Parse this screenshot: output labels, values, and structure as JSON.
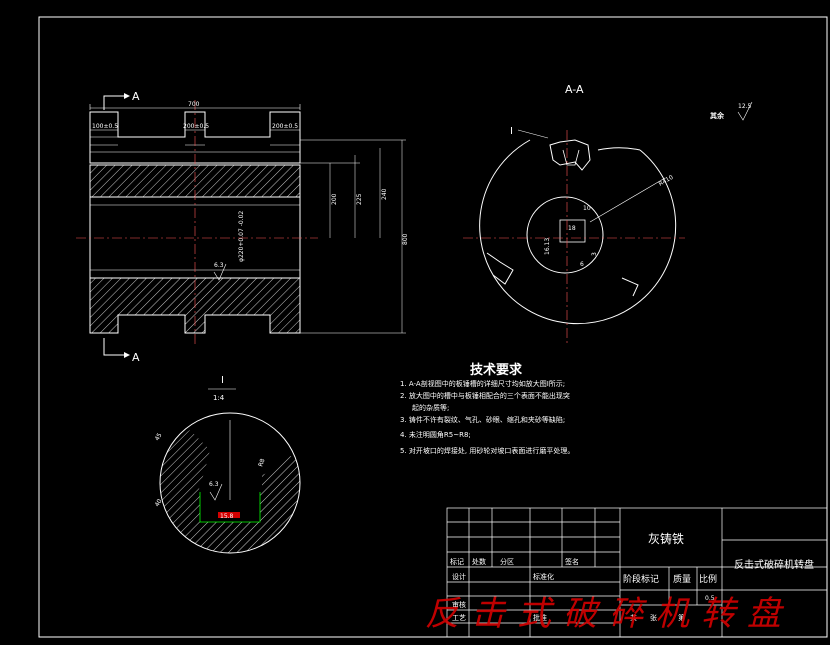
{
  "section_marks": {
    "top": "A",
    "bottom": "A",
    "view_title": "A-A"
  },
  "dims": {
    "overall_width": "700",
    "slot1": "100±0.5",
    "slot2": "200±0.5",
    "slot3": "200±0.5",
    "h200": "200",
    "h225": "225",
    "h240": "240",
    "h800": "800",
    "bore": "φ220+0.07 -0.02",
    "r410": "R410",
    "d10": "10",
    "d18": "18",
    "d16": "16.13",
    "d6": "6",
    "d3": "3"
  },
  "surface_rough": {
    "main": "6.3",
    "detail": "6.3",
    "rest_label": "其余",
    "rest_value": "12.5"
  },
  "detail_view": {
    "label": "I",
    "scale": "1:4",
    "callout": "I",
    "d_left": "45",
    "d_left2": "40",
    "d_right": "R8",
    "red_label": "15.8"
  },
  "tech_requirements": {
    "title": "技术要求",
    "items": [
      "1. A-A剖视图中的板锤槽的详细尺寸均如放大图Ⅰ所示;",
      "2. 放大图中的槽中与板锤相配合的三个表面不能出现突",
      "起的杂质等;",
      "3. 铸件不许有裂纹、气孔、砂眼、缩孔和夹砂等缺陷;",
      "4. 未注明圆角R5~R8;",
      "5. 对开坡口的焊接处, 用砂轮对坡口表面进行磨平处理。"
    ]
  },
  "title_block": {
    "material": "灰铸铁",
    "drawing_name": "反击式破碎机转盘",
    "row_labels": [
      "标记",
      "处数",
      "分区",
      "签名"
    ],
    "design": "设计",
    "standard": "标准化",
    "stage": "阶段标记",
    "weight": "质量",
    "scale": "比例",
    "review": "审核",
    "process": "工艺",
    "approve": "批准",
    "total": "共",
    "sheet": "张",
    "page": "第",
    "scale_value": "0.5"
  },
  "watermark": "反击式破碎机转盘",
  "colors": {
    "background": "#000000",
    "line": "#ffffff",
    "center": "#ff3333",
    "watermark": "#d40000"
  }
}
